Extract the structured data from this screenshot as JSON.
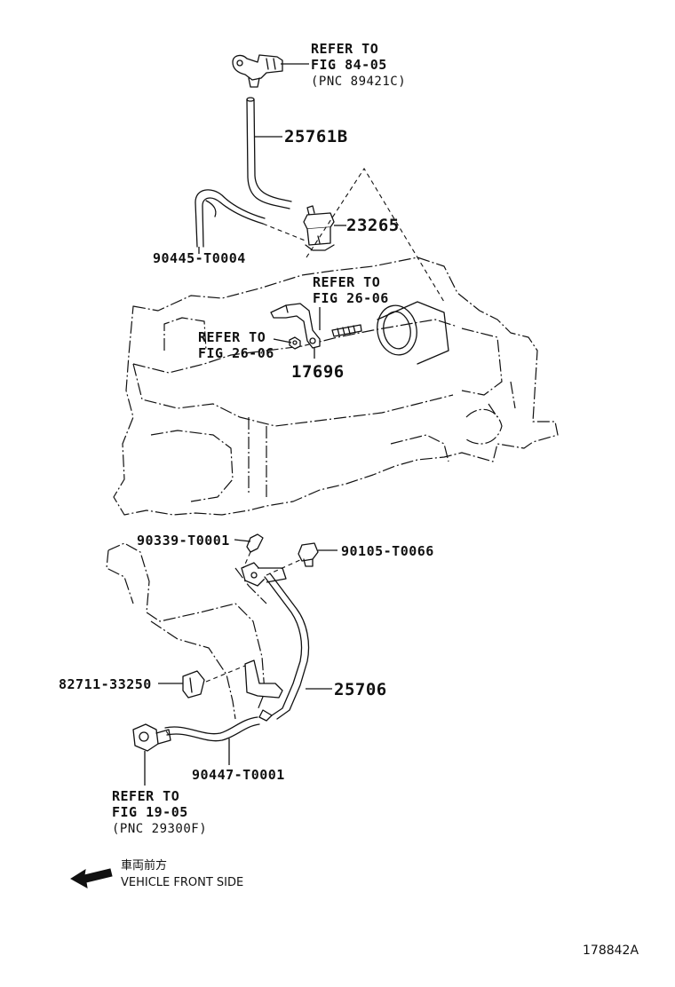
{
  "callouts": {
    "top_ref": {
      "line1": "REFER TO",
      "line2": "FIG 84-05",
      "line3": "(PNC 89421C)"
    },
    "hose_upper": "25761B",
    "valve": "23265",
    "clamp_upper": "90445-T0004",
    "right_ref": {
      "line1": "REFER TO",
      "line2": "FIG 26-06"
    },
    "left_ref": {
      "line1": "REFER TO",
      "line2": "FIG 26-06"
    },
    "bracket": "17696",
    "plug": "90339-T0001",
    "bolt": "90105-T0066",
    "clip": "82711-33250",
    "pipe": "25706",
    "hose_lower": "90447-T0001",
    "bottom_ref": {
      "line1": "REFER TO",
      "line2": "FIG 19-05",
      "line3": "(PNC 29300F)"
    }
  },
  "legend": {
    "jp": "車両前方",
    "en": "VEHICLE FRONT SIDE",
    "arrow_icon": "arrow-left-icon"
  },
  "drawing_id": "178842A"
}
